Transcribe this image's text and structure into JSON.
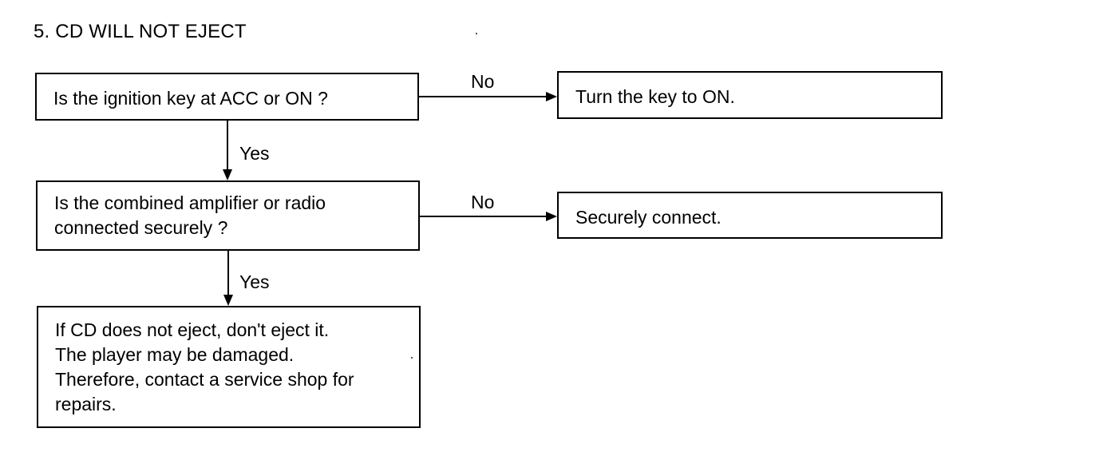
{
  "title": "5.  CD WILL NOT EJECT",
  "q1": {
    "text": "Is the ignition key at ACC or ON ?"
  },
  "q1_no_label": "No",
  "a1": {
    "text": "Turn the key to ON."
  },
  "q1_yes_label": "Yes",
  "q2": {
    "lines": [
      "Is the combined amplifier or radio",
      "connected securely ?"
    ]
  },
  "q2_no_label": "No",
  "a2": {
    "text": "Securely connect."
  },
  "q2_yes_label": "Yes",
  "end": {
    "lines": [
      "If  CD does not eject, don't eject it.",
      "The player may be damaged.",
      "Therefore,  contact a service shop for",
      "repairs."
    ]
  }
}
